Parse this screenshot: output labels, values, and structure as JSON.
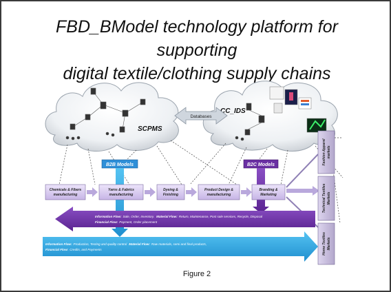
{
  "slide": {
    "title_line1": "FBD_BModel technology platform for supporting",
    "title_line2": "digital textile/clothing supply chains",
    "caption": "Figure 2"
  },
  "diagram": {
    "clouds": {
      "left": "SCPMS",
      "right": "CC_IDS",
      "link": "Databases"
    },
    "models": {
      "b2b": "B2B Models",
      "b2c": "B2C Models"
    },
    "stages": [
      "Chemicals & Fibers manufacturing",
      "Yarns & Fabrics manufacturing",
      "Dyeing & Finishing",
      "Product Design & manufacturing",
      "Branding & Marketing"
    ],
    "markets": [
      "Fashion Apparel markets",
      "Technical Textiles Markets",
      "Home Textiles Markets"
    ],
    "flows": {
      "reverse_line1_a": "Information Flow:",
      "reverse_line1_b": "Sale, Order, Inventory.",
      "reverse_line1_c": "Material Flow:",
      "reverse_line1_d": "Return, Maintenance, Post sale services, Recycle, Disposal",
      "reverse_line2_a": "Financial Flow:",
      "reverse_line2_b": "Payment, Order placement",
      "forward_line1_a": "Information Flow:",
      "forward_line1_b": "Production, Testing and quality control",
      "forward_line1_c": "Material Flow:",
      "forward_line1_d": "Raw materials, semi and final products,",
      "forward_line2_a": "Financial Flow:",
      "forward_line2_b": "Credits, and Payments"
    },
    "colors": {
      "purple": "#6a2fa3",
      "blue": "#3aa7e0",
      "stage_box": "#d9ccf0",
      "model_blue": "#2e8fd8",
      "market_box": "#c9c0dc"
    }
  }
}
